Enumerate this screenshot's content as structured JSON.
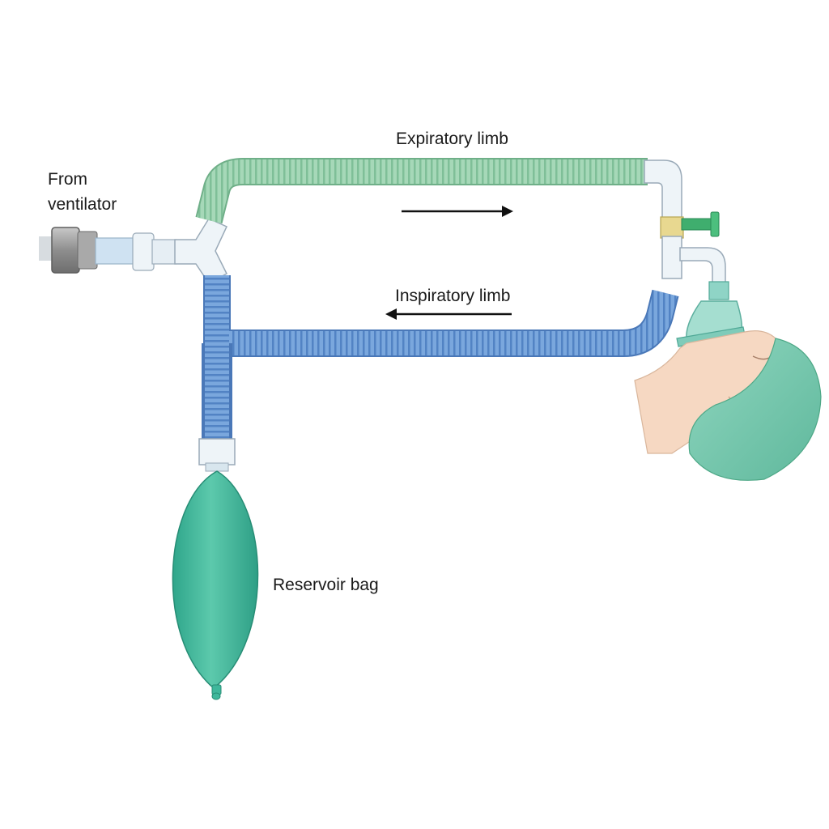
{
  "labels": {
    "from_ventilator": [
      "From",
      "ventilator"
    ],
    "expiratory_limb": "Expiratory limb",
    "inspiratory_limb": "Inspiratory limb",
    "reservoir_bag": "Reservoir bag"
  },
  "colors": {
    "expiratory_tube": "#9fd3b2",
    "inspiratory_tube": "#6f9fd8",
    "reservoir_bag": "#3fb79b",
    "connector": "#eef4f8",
    "valve_collar": "#e8d890",
    "surgical_cap": "#7ccbb1",
    "skin": "#f6d8c2"
  },
  "flow_directions": {
    "expiratory_limb": "right",
    "inspiratory_limb": "left"
  }
}
